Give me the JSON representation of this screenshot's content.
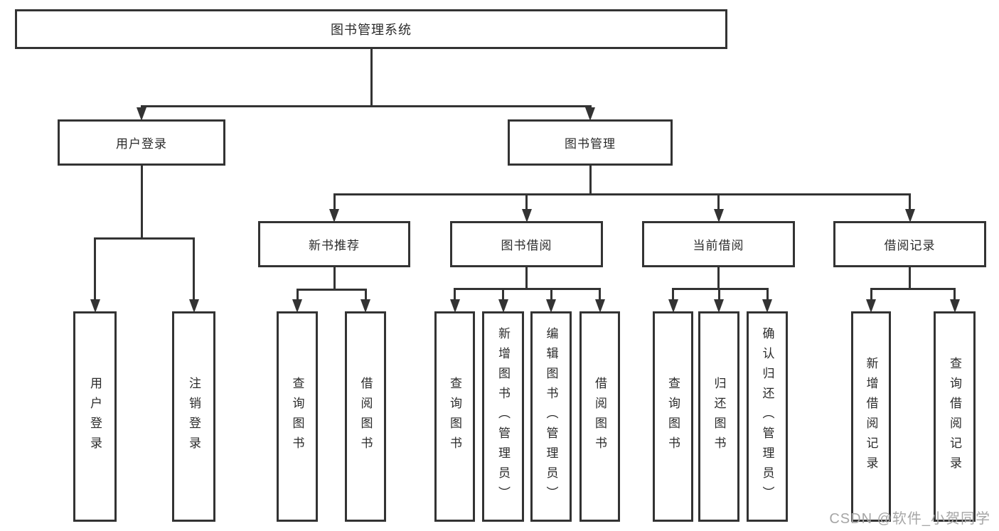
{
  "diagram": {
    "title": "图书管理系统",
    "nodes": [
      {
        "id": "root",
        "label": "图书管理系统",
        "parent": null,
        "orientation": "horizontal"
      },
      {
        "id": "user-login",
        "label": "用户登录",
        "parent": "root",
        "orientation": "horizontal"
      },
      {
        "id": "book-mgmt",
        "label": "图书管理",
        "parent": "root",
        "orientation": "horizontal"
      },
      {
        "id": "new-book-rec",
        "label": "新书推荐",
        "parent": "book-mgmt",
        "orientation": "horizontal"
      },
      {
        "id": "book-borrow",
        "label": "图书借阅",
        "parent": "book-mgmt",
        "orientation": "horizontal"
      },
      {
        "id": "current-borrow",
        "label": "当前借阅",
        "parent": "book-mgmt",
        "orientation": "horizontal"
      },
      {
        "id": "borrow-records",
        "label": "借阅记录",
        "parent": "book-mgmt",
        "orientation": "horizontal"
      },
      {
        "id": "leaf-user-login",
        "label": "用户登录",
        "parent": "user-login",
        "orientation": "vertical"
      },
      {
        "id": "leaf-logout",
        "label": "注销登录",
        "parent": "user-login",
        "orientation": "vertical"
      },
      {
        "id": "leaf-query-books-1",
        "label": "查询图书",
        "parent": "new-book-rec",
        "orientation": "vertical"
      },
      {
        "id": "leaf-borrow-books-1",
        "label": "借阅图书",
        "parent": "new-book-rec",
        "orientation": "vertical"
      },
      {
        "id": "leaf-query-books-2",
        "label": "查询图书",
        "parent": "book-borrow",
        "orientation": "vertical"
      },
      {
        "id": "leaf-add-book",
        "label": "新增图书（管理员）",
        "parent": "book-borrow",
        "orientation": "vertical"
      },
      {
        "id": "leaf-edit-book",
        "label": "编辑图书（管理员）",
        "parent": "book-borrow",
        "orientation": "vertical"
      },
      {
        "id": "leaf-borrow-books-2",
        "label": "借阅图书",
        "parent": "book-borrow",
        "orientation": "vertical"
      },
      {
        "id": "leaf-query-books-3",
        "label": "查询图书",
        "parent": "current-borrow",
        "orientation": "vertical"
      },
      {
        "id": "leaf-return-book",
        "label": "归还图书",
        "parent": "current-borrow",
        "orientation": "vertical"
      },
      {
        "id": "leaf-confirm-return",
        "label": "确认归还（管理员）",
        "parent": "current-borrow",
        "orientation": "vertical"
      },
      {
        "id": "leaf-add-borrow-record",
        "label": "新增借阅记录",
        "parent": "borrow-records",
        "orientation": "vertical"
      },
      {
        "id": "leaf-query-borrow-record",
        "label": "查询借阅记录",
        "parent": "borrow-records",
        "orientation": "vertical"
      }
    ]
  },
  "watermark": {
    "text": "CSDN @软件_小贺同学"
  },
  "colors": {
    "line": "#333333",
    "text": "#2b2b2b",
    "background": "#ffffff",
    "watermark": "#a6a6a6"
  }
}
